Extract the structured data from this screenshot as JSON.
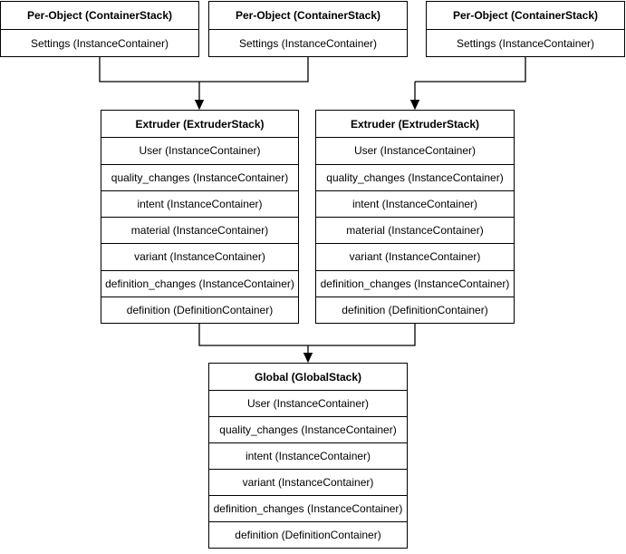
{
  "diagram": {
    "colors": {
      "border": "#000000",
      "background": "#ffffff",
      "text": "#000000",
      "line": "#000000"
    },
    "per_object_stacks": [
      {
        "id": "per-object-stack-1",
        "title": "Per-Object (ContainerStack)",
        "rows": [
          "Settings (InstanceContainer)"
        ]
      },
      {
        "id": "per-object-stack-2",
        "title": "Per-Object (ContainerStack)",
        "rows": [
          "Settings (InstanceContainer)"
        ]
      },
      {
        "id": "per-object-stack-3",
        "title": "Per-Object (ContainerStack)",
        "rows": [
          "Settings (InstanceContainer)"
        ]
      }
    ],
    "extruder_stacks": [
      {
        "id": "extruder-stack-1",
        "title": "Extruder (ExtruderStack)",
        "rows": [
          "User (InstanceContainer)",
          "quality_changes (InstanceContainer)",
          "intent (InstanceContainer)",
          "material (InstanceContainer)",
          "variant (InstanceContainer)",
          "definition_changes (InstanceContainer)",
          "definition (DefinitionContainer)"
        ]
      },
      {
        "id": "extruder-stack-2",
        "title": "Extruder (ExtruderStack)",
        "rows": [
          "User (InstanceContainer)",
          "quality_changes (InstanceContainer)",
          "intent (InstanceContainer)",
          "material (InstanceContainer)",
          "variant (InstanceContainer)",
          "definition_changes (InstanceContainer)",
          "definition (DefinitionContainer)"
        ]
      }
    ],
    "global_stack": {
      "id": "global-stack",
      "title": "Global (GlobalStack)",
      "rows": [
        "User (InstanceContainer)",
        "quality_changes (InstanceContainer)",
        "intent (InstanceContainer)",
        "variant (InstanceContainer)",
        "definition_changes (InstanceContainer)",
        "definition (DefinitionContainer)"
      ]
    },
    "edges": [
      {
        "from": "per-object-stack-1",
        "to": "extruder-stack-1",
        "arrow": "end"
      },
      {
        "from": "per-object-stack-2",
        "to": "extruder-stack-1",
        "arrow": "end"
      },
      {
        "from": "per-object-stack-3",
        "to": "extruder-stack-2",
        "arrow": "end"
      },
      {
        "from": "extruder-stack-1",
        "to": "global-stack",
        "arrow": "end"
      },
      {
        "from": "extruder-stack-2",
        "to": "global-stack",
        "arrow": "end"
      }
    ]
  }
}
